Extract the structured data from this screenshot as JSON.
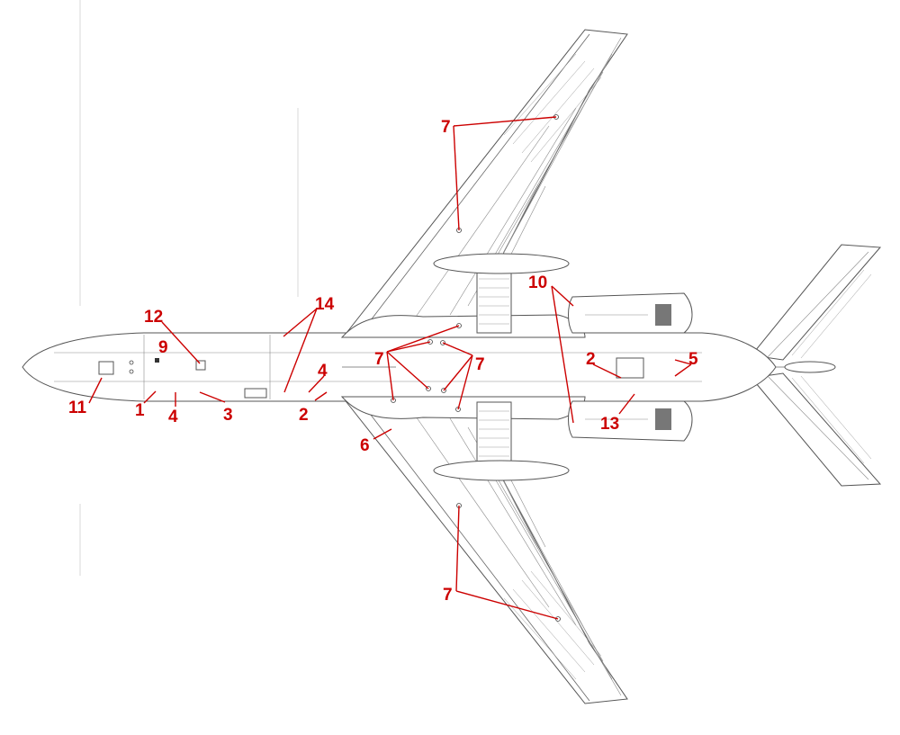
{
  "callouts": [
    {
      "id": "c7a",
      "label": "7"
    },
    {
      "id": "c10",
      "label": "10"
    },
    {
      "id": "c12",
      "label": "12"
    },
    {
      "id": "c14",
      "label": "14"
    },
    {
      "id": "c9",
      "label": "9"
    },
    {
      "id": "c4a",
      "label": "4"
    },
    {
      "id": "c7b",
      "label": "7"
    },
    {
      "id": "c7c",
      "label": "7"
    },
    {
      "id": "c2a",
      "label": "2"
    },
    {
      "id": "c5",
      "label": "5"
    },
    {
      "id": "c11",
      "label": "11"
    },
    {
      "id": "c1",
      "label": "1"
    },
    {
      "id": "c4b",
      "label": "4"
    },
    {
      "id": "c3",
      "label": "3"
    },
    {
      "id": "c2b",
      "label": "2"
    },
    {
      "id": "c13",
      "label": "13"
    },
    {
      "id": "c6",
      "label": "6"
    },
    {
      "id": "c7d",
      "label": "7"
    }
  ],
  "colors": {
    "callout": "#cc0000",
    "outline": "#555555"
  }
}
